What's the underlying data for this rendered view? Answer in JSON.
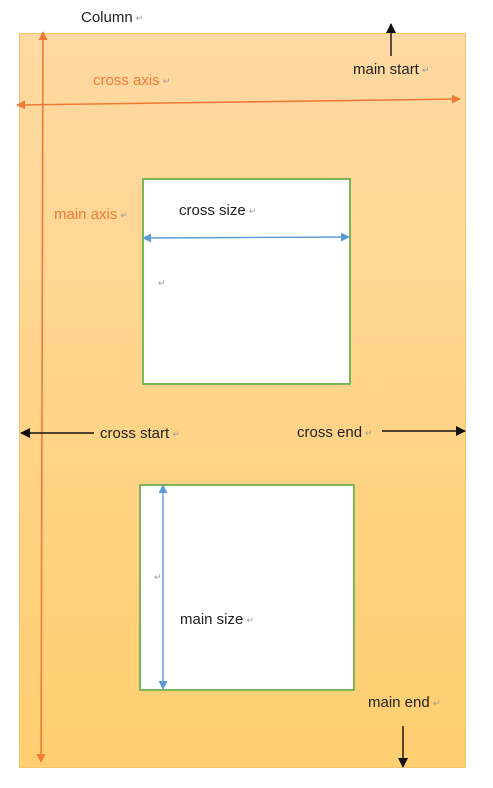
{
  "title": "Column",
  "labels": {
    "main_start": "main start",
    "cross_axis": "cross axis",
    "main_axis": "main axis",
    "cross_size": "cross size",
    "cross_start": "cross start",
    "cross_end": "cross end",
    "main_size": "main size",
    "main_end": "main end"
  },
  "paragraph_mark": "↵",
  "colors": {
    "panel_top": "#ffd9a3",
    "panel_bottom": "#ffce70",
    "axis_orange": "#ef7b37",
    "box_border": "#7cb655",
    "size_arrow_blue": "#5b9bd5",
    "black_arrow": "#111111"
  }
}
